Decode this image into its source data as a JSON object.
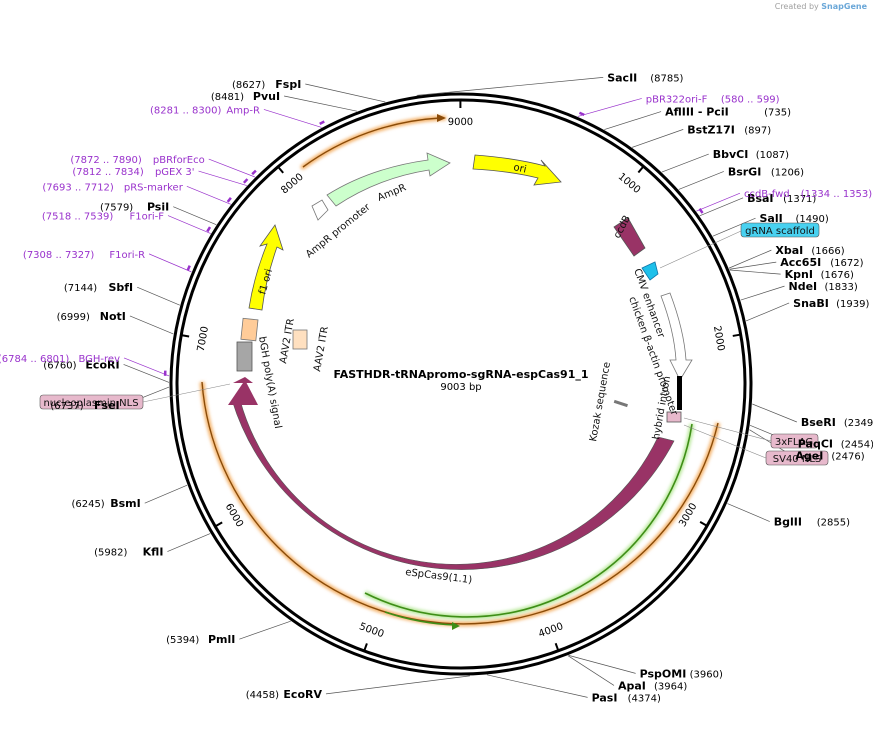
{
  "credit": {
    "prefix": "Created by",
    "brand": "SnapGene"
  },
  "plasmid": {
    "name": "FASTHDR-tRNApromo-sgRNA-espCas91_1",
    "length_label": "9003 bp",
    "length": 9003
  },
  "ticks": [
    "1000",
    "2000",
    "3000",
    "4000",
    "5000",
    "6000",
    "7000",
    "8000",
    "9000"
  ],
  "sites": [
    {
      "name": "SacII",
      "pos": "(8785)",
      "bp": 8785,
      "side": "right"
    },
    {
      "name": "FspI",
      "pos": "(8627)",
      "bp": 8627,
      "side": "left"
    },
    {
      "name": "PvuI",
      "pos": "(8481)",
      "bp": 8481,
      "side": "left"
    },
    {
      "name": "AflIII - PciI",
      "pos": "(735)",
      "bp": 735,
      "side": "right"
    },
    {
      "name": "BstZ17I",
      "pos": "(897)",
      "bp": 897,
      "side": "right"
    },
    {
      "name": "BbvCI",
      "pos": "(1087)",
      "bp": 1087,
      "side": "right"
    },
    {
      "name": "BsrGI",
      "pos": "(1206)",
      "bp": 1206,
      "side": "right"
    },
    {
      "name": "BsaI",
      "pos": "(1371)",
      "bp": 1371,
      "side": "right"
    },
    {
      "name": "SalI",
      "pos": "(1490)",
      "bp": 1490,
      "side": "right"
    },
    {
      "name": "XbaI",
      "pos": "(1666)",
      "bp": 1666,
      "side": "right"
    },
    {
      "name": "Acc65I",
      "pos": "(1672)",
      "bp": 1672,
      "side": "right"
    },
    {
      "name": "KpnI",
      "pos": "(1676)",
      "bp": 1676,
      "side": "right"
    },
    {
      "name": "NdeI",
      "pos": "(1833)",
      "bp": 1833,
      "side": "right"
    },
    {
      "name": "SnaBI",
      "pos": "(1939)",
      "bp": 1939,
      "side": "right"
    },
    {
      "name": "BseRI",
      "pos": "(2349)",
      "bp": 2349,
      "side": "right"
    },
    {
      "name": "PaqCI",
      "pos": "(2454)",
      "bp": 2454,
      "side": "right"
    },
    {
      "name": "AgeI",
      "pos": "(2476)",
      "bp": 2476,
      "side": "right"
    },
    {
      "name": "BglII",
      "pos": "(2855)",
      "bp": 2855,
      "side": "right"
    },
    {
      "name": "PspOMI",
      "pos": "(3960)",
      "bp": 3960,
      "side": "right"
    },
    {
      "name": "ApaI",
      "pos": "(3964)",
      "bp": 3964,
      "side": "right"
    },
    {
      "name": "PasI",
      "pos": "(4374)",
      "bp": 4374,
      "side": "right"
    },
    {
      "name": "EcoRV",
      "pos": "(4458)",
      "bp": 4458,
      "side": "left"
    },
    {
      "name": "PmlI",
      "pos": "(5394)",
      "bp": 5394,
      "side": "left"
    },
    {
      "name": "KflI",
      "pos": "(5982)",
      "bp": 5982,
      "side": "left"
    },
    {
      "name": "BsmI",
      "pos": "(6245)",
      "bp": 6245,
      "side": "left"
    },
    {
      "name": "FseI",
      "pos": "(6737)",
      "bp": 6737,
      "side": "left"
    },
    {
      "name": "EcoRI",
      "pos": "(6760)",
      "bp": 6760,
      "side": "left"
    },
    {
      "name": "NotI",
      "pos": "(6999)",
      "bp": 6999,
      "side": "left"
    },
    {
      "name": "SbfI",
      "pos": "(7144)",
      "bp": 7144,
      "side": "left"
    },
    {
      "name": "PsiI",
      "pos": "(7579)",
      "bp": 7579,
      "side": "left"
    }
  ],
  "primers": [
    {
      "name": "pBR322ori-F",
      "pos": "(580 .. 599)",
      "bp": 590,
      "side": "right"
    },
    {
      "name": "ccdB-fwd",
      "pos": "(1334 .. 1353)",
      "bp": 1343,
      "side": "right"
    },
    {
      "name": "Amp-R",
      "pos": "(8281 .. 8300)",
      "bp": 8290,
      "side": "left"
    },
    {
      "name": "pBRforEco",
      "pos": "(7872 .. 7890)",
      "bp": 7881,
      "side": "left"
    },
    {
      "name": "pGEX 3'",
      "pos": "(7812 .. 7834)",
      "bp": 7823,
      "side": "left"
    },
    {
      "name": "pRS-marker",
      "pos": "(7693 .. 7712)",
      "bp": 7702,
      "side": "left"
    },
    {
      "name": "F1ori-F",
      "pos": "(7518 .. 7539)",
      "bp": 7528,
      "side": "left"
    },
    {
      "name": "F1ori-R",
      "pos": "(7308 .. 7327)",
      "bp": 7317,
      "side": "left"
    },
    {
      "name": "BGH-rev",
      "pos": "(6784 .. 6801)",
      "bp": 6792,
      "side": "left"
    }
  ],
  "boxes": [
    {
      "name": "gRNA scaffold",
      "color": "#48d1f0"
    },
    {
      "name": "3xFLAG",
      "color": "#e7b9cc"
    },
    {
      "name": "SV40 NLS",
      "color": "#e7b9cc"
    },
    {
      "name": "nucleoplasmin NLS",
      "color": "#e7b9cc"
    }
  ],
  "features": [
    {
      "name": "ori",
      "color": "#ffff00"
    },
    {
      "name": "ccdB",
      "color": "#993366"
    },
    {
      "name": "AmpR",
      "color": "#ccffcc"
    },
    {
      "name": "AmpR promoter",
      "color": "#ffffff"
    },
    {
      "name": "f1 ori",
      "color": "#ffff00"
    },
    {
      "name": "AAV2 ITR",
      "color": "#ffcc99"
    },
    {
      "name": "AAV2 ITR",
      "color": "#ffcc99"
    },
    {
      "name": "bGH poly(A) signal",
      "color": "#a6a6a6"
    },
    {
      "name": "CMV enhancer",
      "color": "#ffffff"
    },
    {
      "name": "chicken β-actin promoter",
      "color": "#ffffff"
    },
    {
      "name": "Kozak sequence",
      "color": "#777777"
    },
    {
      "name": "hybrid intron",
      "color": "#000000"
    },
    {
      "name": "eSpCas9(1.1)",
      "color": "#993366"
    }
  ],
  "colors": {
    "backbone": "#000000",
    "orf": "#f4b26a",
    "primer": "#9932cc",
    "green_orf": "#3e8e17"
  }
}
